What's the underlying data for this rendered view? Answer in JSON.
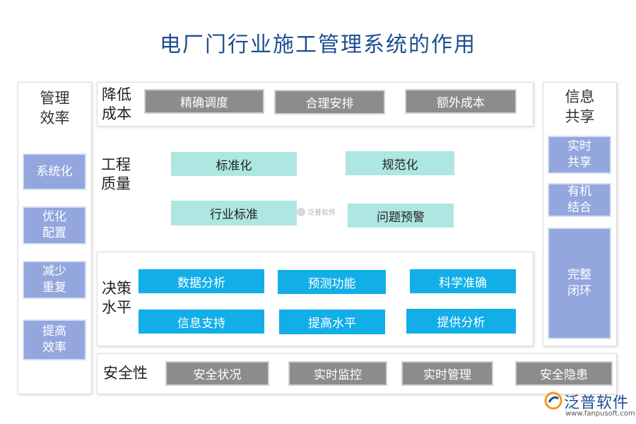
{
  "title": "电厂门行业施工管理系统的作用",
  "left": {
    "title": "管理\n效率",
    "items": [
      "系统化",
      "优化\n配置",
      "减少\n重复",
      "提高\n效率"
    ]
  },
  "right": {
    "title": "信息\n共享",
    "items": [
      "实时\n共享",
      "有机\n结合",
      "完整\n闭环"
    ]
  },
  "cost": {
    "title": "降低\n成本",
    "items": [
      "精确调度",
      "合理安排",
      "额外成本"
    ]
  },
  "quality": {
    "title": "工程\n质量",
    "items": [
      "标准化",
      "规范化",
      "行业标准",
      "问题预警"
    ]
  },
  "decision": {
    "title": "决策\n水平",
    "items": [
      "数据分析",
      "预测功能",
      "科学准确",
      "信息支持",
      "提高水平",
      "提供分析"
    ]
  },
  "safety": {
    "title": "安全性",
    "items": [
      "安全状况",
      "实时监控",
      "实时管理",
      "安全隐患"
    ]
  },
  "watermark": {
    "small": "泛普软件",
    "brand": "泛普软件",
    "url": "www.fanpusoft.com"
  }
}
